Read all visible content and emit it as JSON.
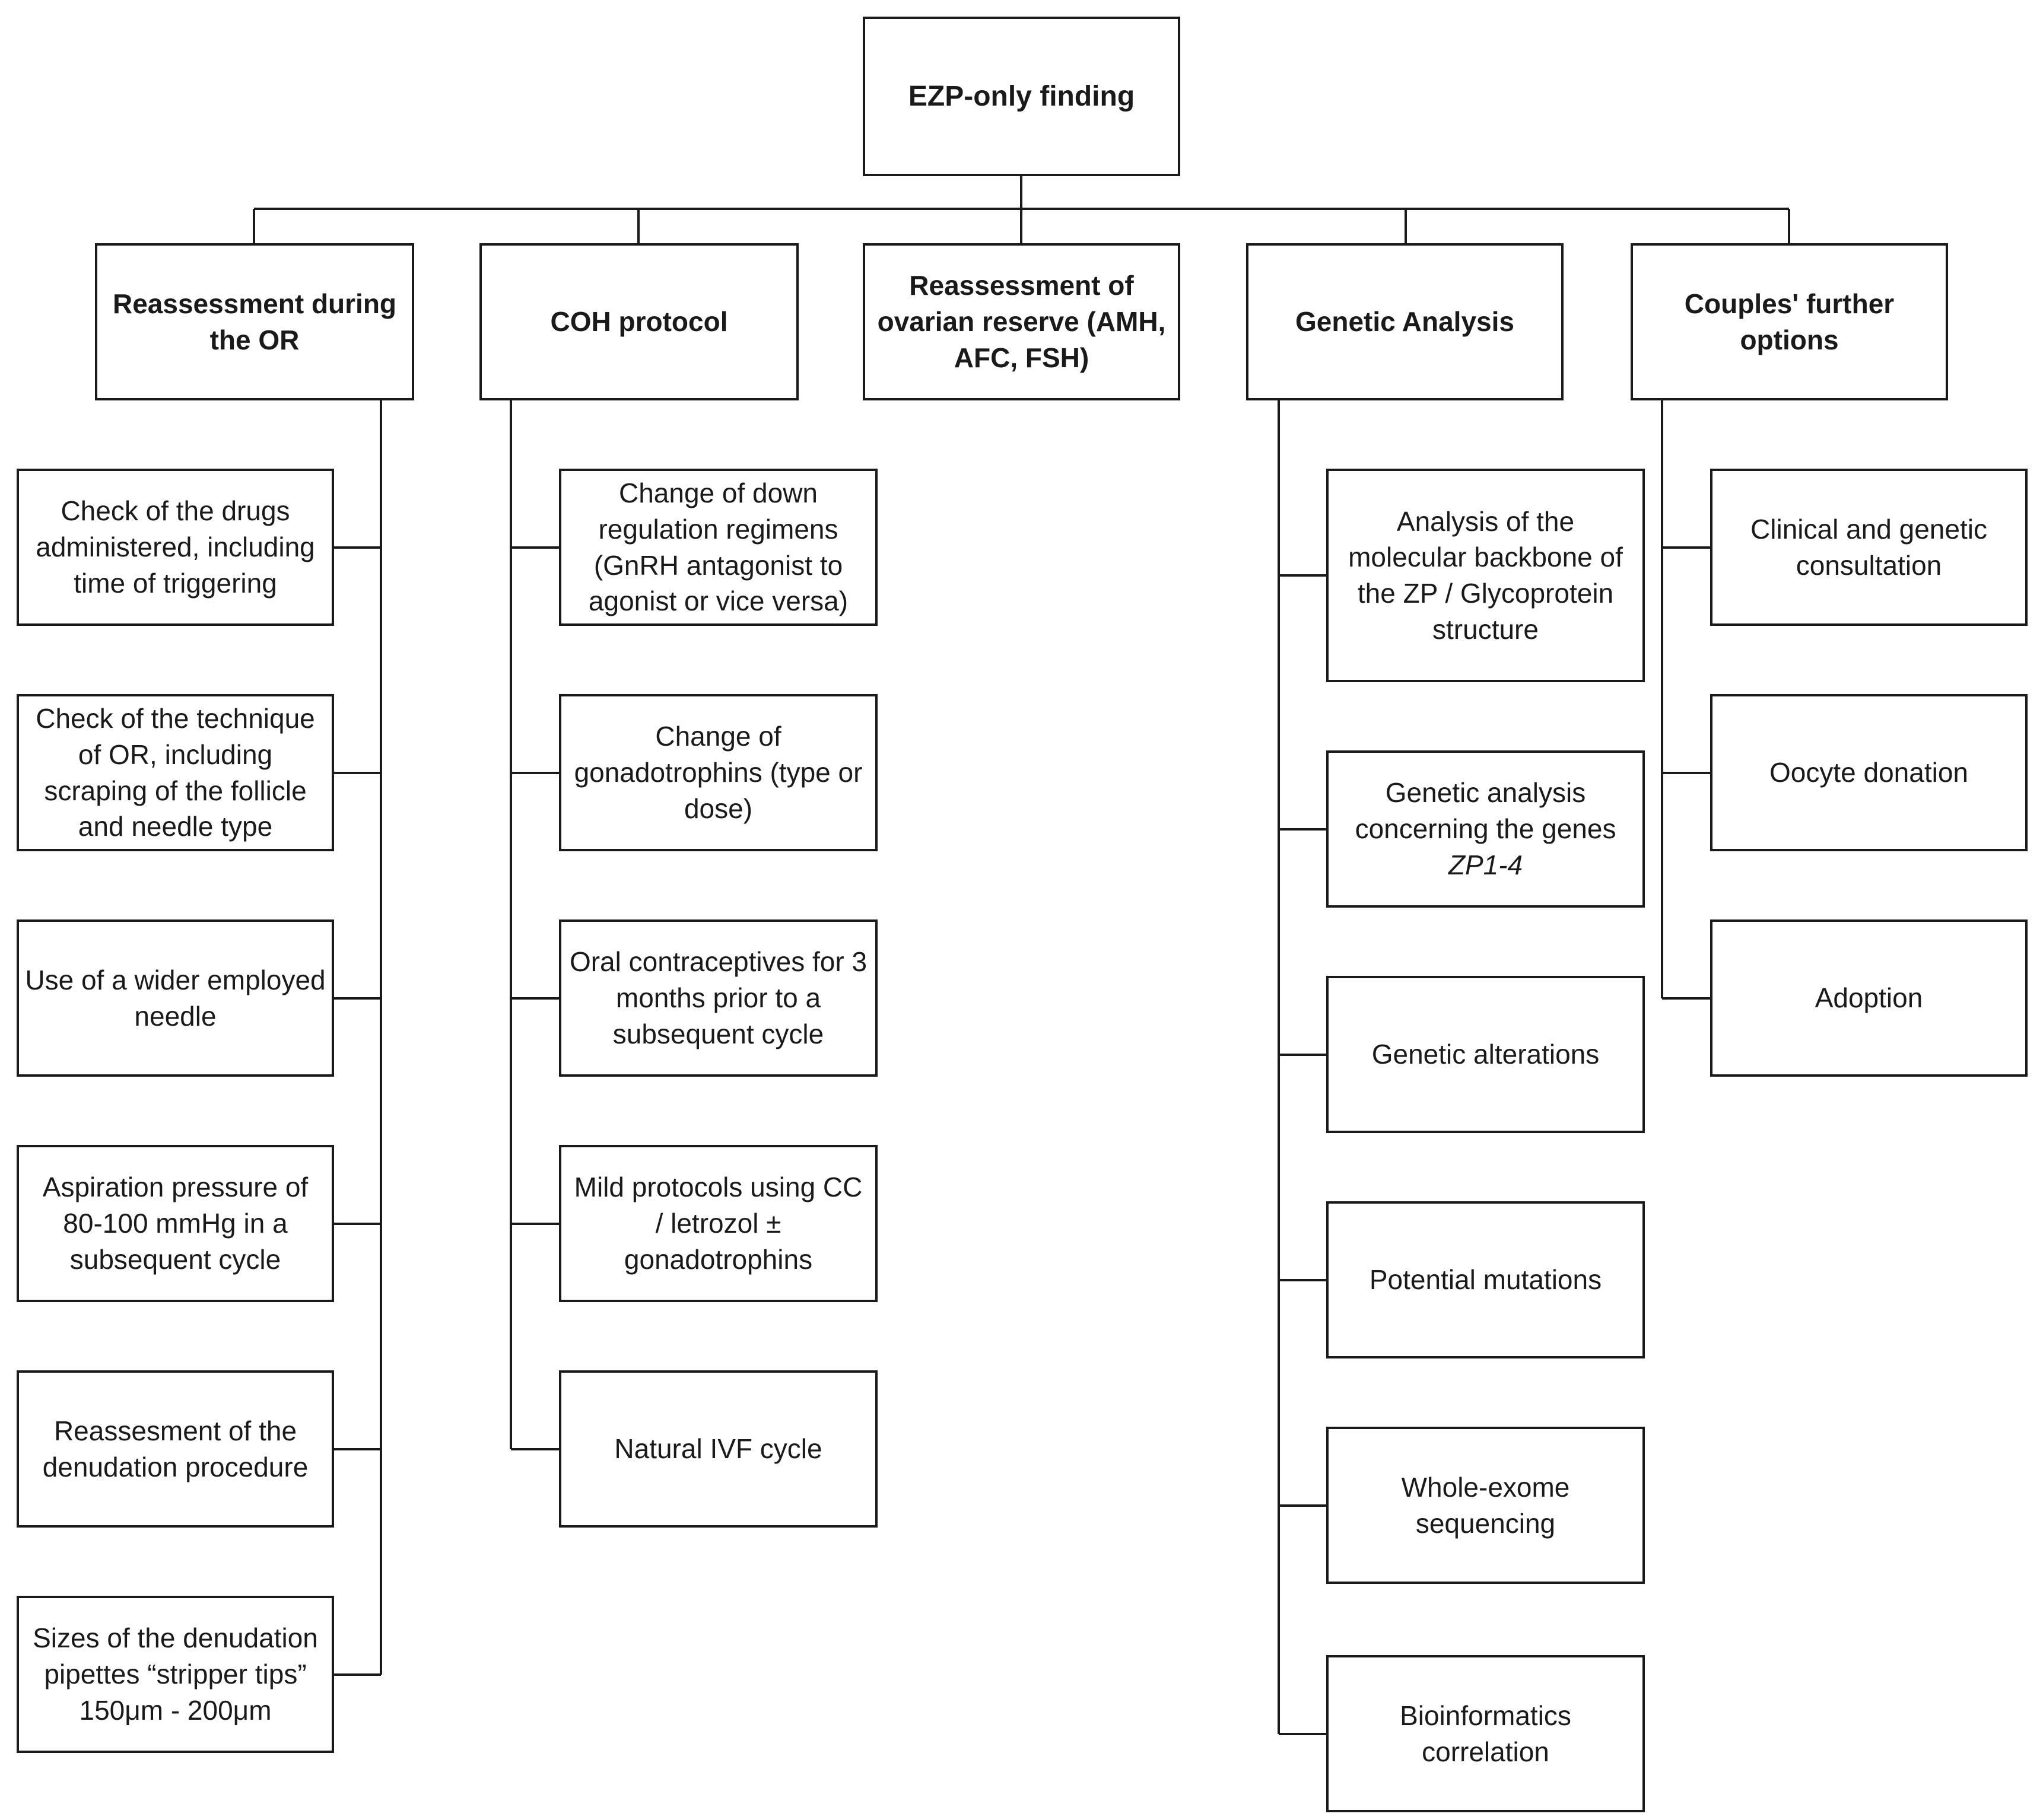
{
  "diagram": {
    "root": {
      "label": "EZP-only finding"
    },
    "categories": [
      {
        "key": "reassessment-or",
        "label": "Reassessment  during the OR",
        "items": [
          "Check of the drugs administered, including time of triggering",
          "Check of the technique of OR, including scraping of the follicle and needle type",
          "Use of a wider employed needle",
          "Aspiration pressure of 80-100 mmHg in a subsequent cycle",
          "Reassesment of the denudation procedure",
          "Sizes of the denudation pipettes “stripper tips” 150μm - 200μm"
        ]
      },
      {
        "key": "coh-protocol",
        "label": "COH protocol",
        "items": [
          "Change of down regulation regimens (GnRH antagonist to agonist or vice versa)",
          "Change of gonadotrophins (type or dose)",
          "Oral contraceptives for 3 months prior to a subsequent cycle",
          "Mild protocols using CC / letrozol ± gonadotrophins",
          "Natural IVF cycle"
        ]
      },
      {
        "key": "ovarian-reserve",
        "label": "Reassessment of ovarian reserve (AMH, AFC, FSH)",
        "items": []
      },
      {
        "key": "genetic-analysis",
        "label": "Genetic Analysis",
        "items": [
          "Analysis of the molecular backbone of the ZP / Glycoprotein structure",
          "Genetic analysis concerning the genes",
          "Genetic alterations",
          "Potential mutations",
          "Whole-exome sequencing",
          "Bioinformatics correlation"
        ],
        "genes_italic": "ZP1-4"
      },
      {
        "key": "couples-options",
        "label": "Couples' further options",
        "items": [
          "Clinical and genetic consultation",
          "Oocyte donation",
          "Adoption"
        ]
      }
    ]
  }
}
